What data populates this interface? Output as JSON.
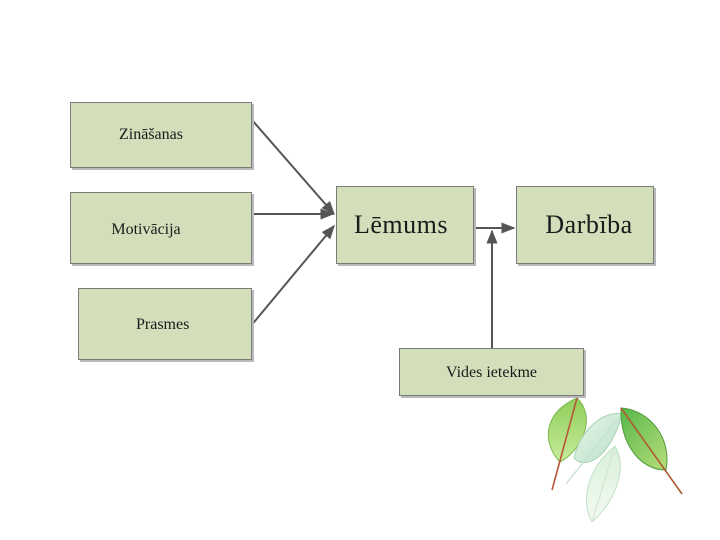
{
  "diagram": {
    "nodes": {
      "zinasanas": "Zināšanas",
      "motivacija": "Motivācija",
      "prasmes": "Prasmes",
      "lemums": "Lēmums",
      "darbiba": "Darbība",
      "vides_ietekme": "Vides ietekme"
    },
    "edges": [
      {
        "from": "zinasanas",
        "to": "lemums"
      },
      {
        "from": "motivacija",
        "to": "lemums"
      },
      {
        "from": "prasmes",
        "to": "lemums"
      },
      {
        "from": "lemums",
        "to": "darbiba"
      },
      {
        "from": "vides_ietekme",
        "to": "lemums-darbiba-link"
      }
    ],
    "colors": {
      "box_fill": "#d3dfbb",
      "box_border": "#7b7b7b",
      "connector": "#555555"
    }
  },
  "decoration": {
    "icon": "leaves-icon"
  }
}
